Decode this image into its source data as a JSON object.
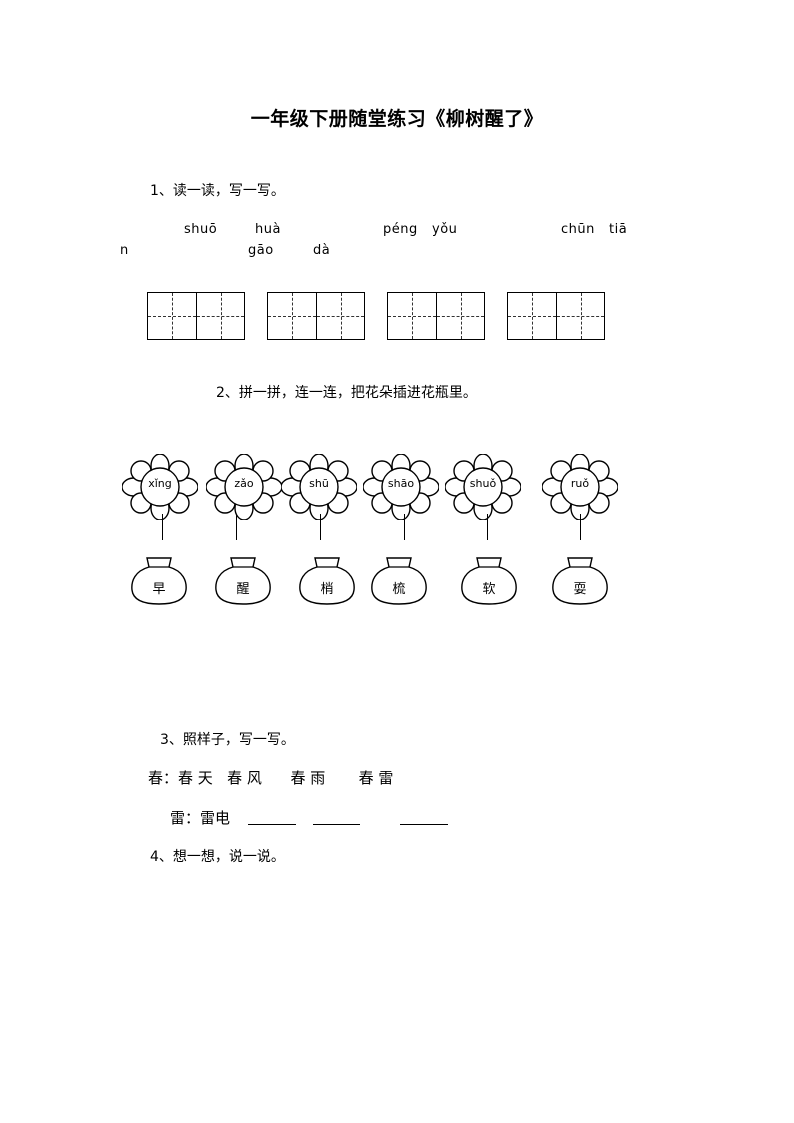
{
  "title": "一年级下册随堂练习《柳树醒了》",
  "q1": {
    "label": "1、读一读，写一写。",
    "pinyin": {
      "shuo": "shuō",
      "hua": "huà",
      "n_wrap": "n",
      "gao": "gāo",
      "da": "dà",
      "peng": "péng",
      "you": "yǒu",
      "chun": "chūn",
      "tia": "tiā"
    }
  },
  "q2": {
    "label": "2、拼一拼，连一连，把花朵插进花瓶里。",
    "flowers": [
      "xǐng",
      "zǎo",
      "shū",
      "shāo",
      "shuǒ",
      "ruǒ"
    ],
    "vases": [
      "早",
      "醒",
      "梢",
      "梳",
      "软",
      "耍"
    ]
  },
  "q3": {
    "label": "3、照样子，写一写。",
    "example_line": "春：春 天   春 风      春 雨       春 雷",
    "task_prefix": "雷：雷电"
  },
  "q4": {
    "label": "4、想一想，说一说。"
  }
}
